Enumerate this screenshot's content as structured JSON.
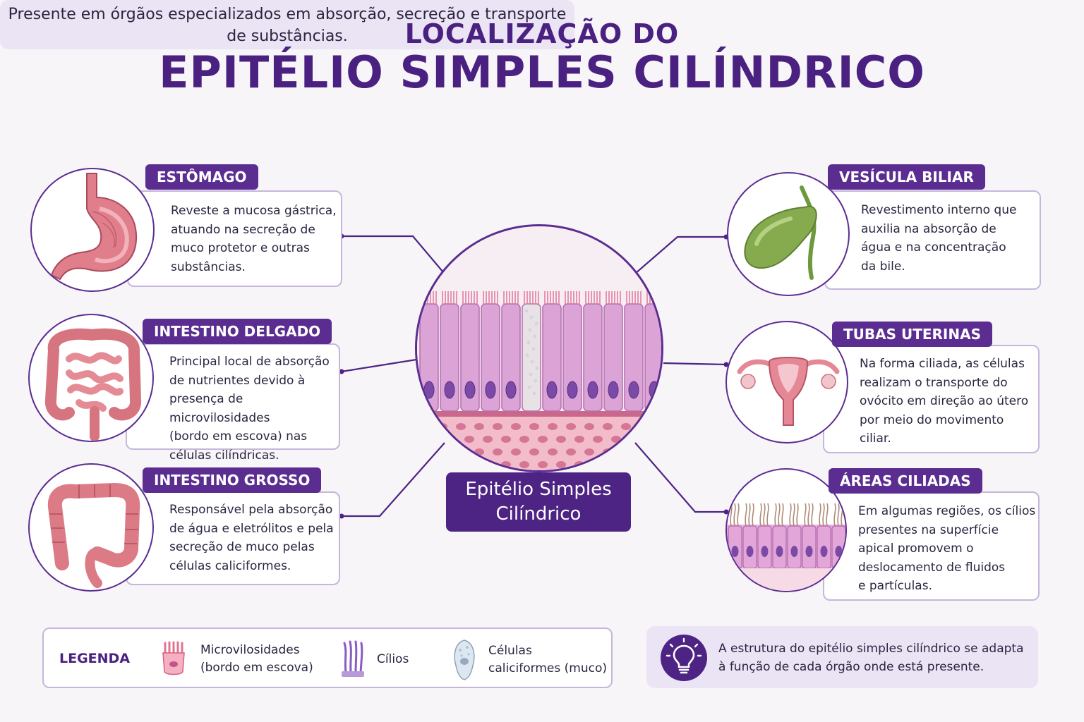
{
  "title": {
    "top": "LOCALIZAÇÃO DO",
    "main": "EPITÉLIO SIMPLES  CILÍNDRICO"
  },
  "subtitle": {
    "line1": "Presente em órgãos especializados em absorção, secreção e transporte",
    "line2": "de substâncias."
  },
  "organs": {
    "estomago": {
      "label": "ESTÔMAGO",
      "lines": [
        "Reveste a mucosa gástrica,",
        "atuando na secreção de",
        "muco protetor e outras",
        "substâncias."
      ]
    },
    "intestino_delgado": {
      "label": "INTESTINO DELGADO",
      "lines": [
        "Principal local de absorção",
        "de nutrientes devido à",
        "presença de microvilosidades",
        "(bordo em escova) nas",
        "células cilíndricas."
      ]
    },
    "intestino_grosso": {
      "label": "INTESTINO GROSSO",
      "lines": [
        "Responsável pela absorção",
        "de água e eletrólitos e pela",
        "secreção de muco pelas",
        "células caliciformes."
      ]
    },
    "vesicula_biliar": {
      "label": "VESÍCULA BILIAR",
      "lines": [
        "Revestimento interno que",
        "auxilia na absorção de",
        "água e na concentração",
        "da bile."
      ]
    },
    "tubas_uterinas": {
      "label": "TUBAS UTERINAS",
      "lines": [
        "Na forma ciliada, as células",
        "realizam o transporte do",
        "ovócito em direção ao útero",
        "por meio do movimento",
        "ciliar."
      ]
    },
    "areas_ciliadas": {
      "label": "ÁREAS CILIADAS",
      "lines": [
        "Em algumas regiões, os cílios",
        "presentes na superfície",
        "apical promovem o",
        "deslocamento de fluidos",
        "e partículas."
      ]
    }
  },
  "center": {
    "line1": "Epitélio Simples",
    "line2": "Cilíndrico"
  },
  "legend": {
    "title": "LEGENDA",
    "microvilli": {
      "line1": "Microvilosidades",
      "line2": "(bordo em escova)",
      "icon": "microvilli-icon"
    },
    "cilia": {
      "label": "Cílios",
      "icon": "cilia-icon"
    },
    "goblet": {
      "line1": "Células",
      "line2": "caliciformes (muco)",
      "icon": "goblet-cell-icon"
    }
  },
  "note": {
    "line1": "A estrutura do epitélio simples cilíndrico se adapta",
    "line2": "à função de cada órgão onde está presente.",
    "icon": "lightbulb-icon"
  },
  "colors": {
    "primary": "#5b2d91",
    "dark": "#4a2180",
    "panel": "#ebe4f4",
    "border": "#c6b6dc",
    "tissue_pink": "#e88a96",
    "cell_pink": "#dca3d6",
    "nucleus": "#7a4aa6",
    "gallbladder": "#86ab4f"
  }
}
